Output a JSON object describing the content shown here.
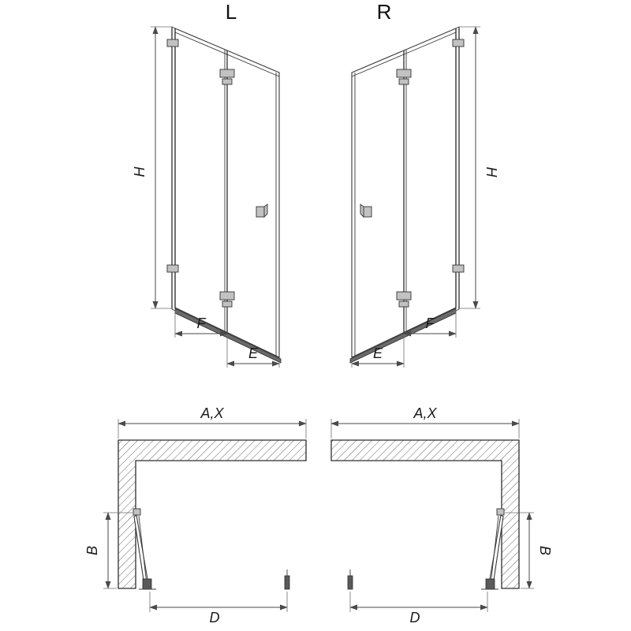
{
  "views": {
    "front_left": {
      "title": "L",
      "dim_h": "H",
      "dim_f": "F",
      "dim_e": "E"
    },
    "front_right": {
      "title": "R",
      "dim_h": "H",
      "dim_f": "F",
      "dim_e": "E"
    },
    "plan_left": {
      "dim_width": "A,X",
      "dim_b": "B",
      "dim_d": "D"
    },
    "plan_right": {
      "dim_width": "A,X",
      "dim_b": "B",
      "dim_d": "D"
    }
  },
  "colors": {
    "line": "#2e2e2e",
    "dimension": "#4a4a4a",
    "hardware": "#c2c2c2",
    "wall_hatch": "#666666"
  }
}
